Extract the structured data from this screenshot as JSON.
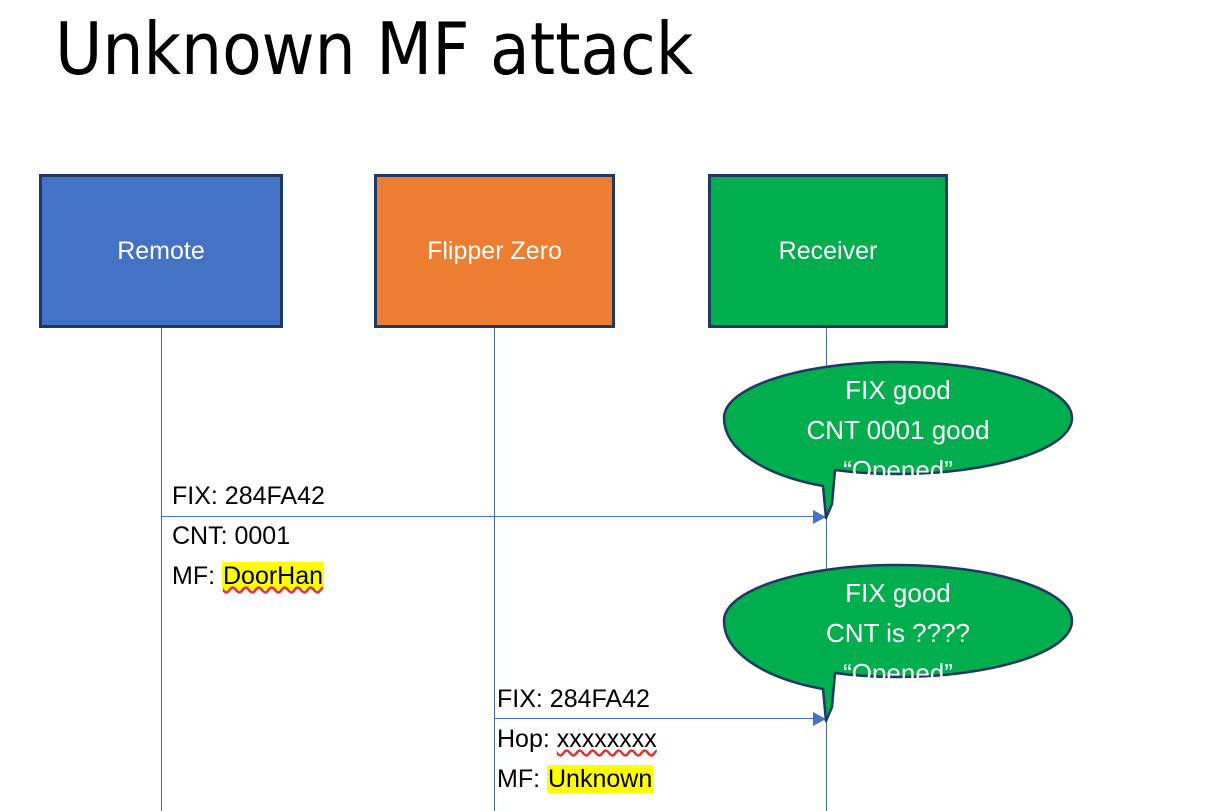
{
  "slide": {
    "title": "Unknown MF attack",
    "background": "#FFFFFF"
  },
  "colors": {
    "remote_fill": "#4472C4",
    "flipper_fill": "#ED7D31",
    "receiver_fill": "#00AE4D",
    "box_border": "#1F3864",
    "arrow": "#4472C4",
    "callout_fill": "#00AE4D",
    "callout_border": "#1F3864",
    "highlight": "#FFFF00",
    "spellcheck_underline": "#E03030",
    "text_dark": "#000000",
    "text_light": "#FFFFFF"
  },
  "actors": [
    {
      "id": "remote",
      "label": "Remote"
    },
    {
      "id": "flipper",
      "label": "Flipper Zero"
    },
    {
      "id": "receiver",
      "label": "Receiver"
    }
  ],
  "messages": [
    {
      "id": "msg-1",
      "from": "remote",
      "to": "receiver",
      "lines": [
        {
          "label": "FIX: ",
          "value": "284FA42",
          "highlight": false,
          "spellcheck": false
        },
        {
          "label": "CNT: ",
          "value": "0001",
          "highlight": false,
          "spellcheck": false
        },
        {
          "label": "MF: ",
          "value": "DoorHan",
          "highlight": true,
          "spellcheck": true
        }
      ]
    },
    {
      "id": "msg-2",
      "from": "flipper",
      "to": "receiver",
      "lines": [
        {
          "label": "FIX: ",
          "value": "284FA42",
          "highlight": false,
          "spellcheck": false
        },
        {
          "label": "Hop: ",
          "value": "xxxxxxxx",
          "highlight": false,
          "spellcheck": true
        },
        {
          "label": "MF: ",
          "value": "Unknown",
          "highlight": true,
          "spellcheck": false
        }
      ]
    }
  ],
  "callouts": [
    {
      "id": "callout-1",
      "owner": "receiver",
      "lines": [
        "FIX good",
        "CNT 0001 good",
        "“Opened”"
      ]
    },
    {
      "id": "callout-2",
      "owner": "receiver",
      "lines": [
        "FIX good",
        "CNT is ????",
        "“Opened”"
      ]
    }
  ]
}
